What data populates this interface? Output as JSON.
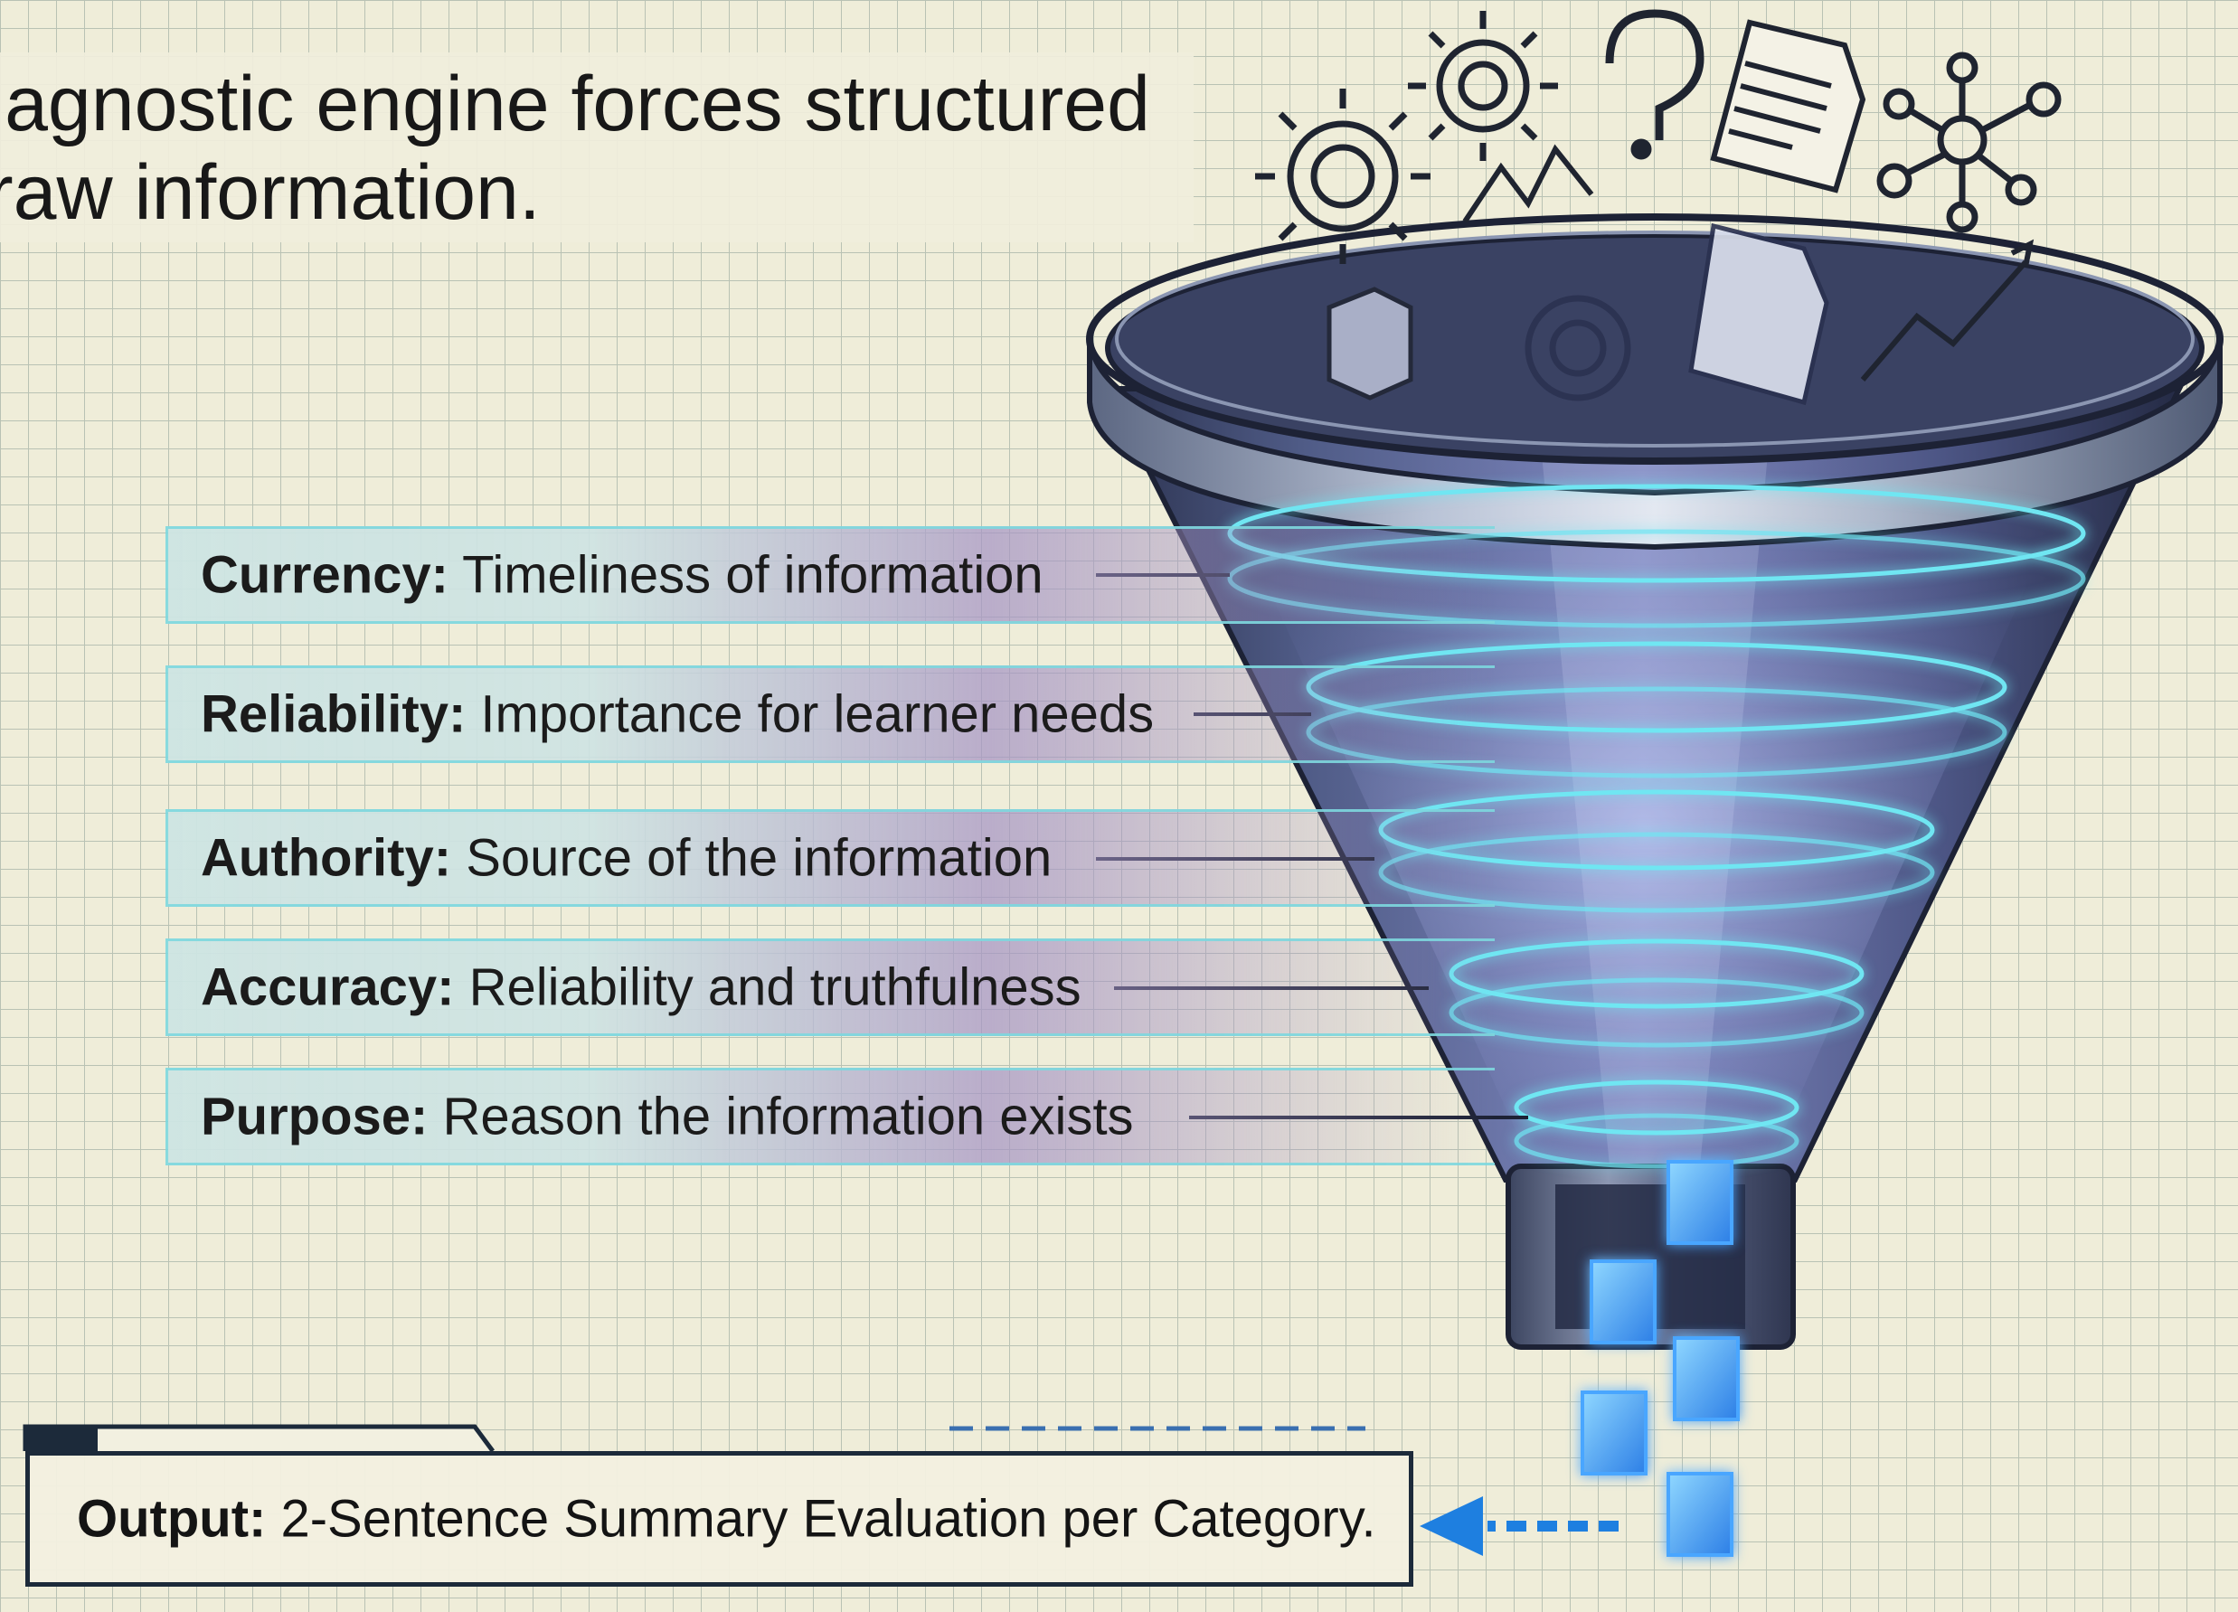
{
  "title": {
    "line1": "iagnostic engine forces structured",
    "line2": "raw information."
  },
  "criteria": [
    {
      "name": "Currency:",
      "description": "Timeliness of information"
    },
    {
      "name": "Reliability:",
      "description": "Importance for learner needs"
    },
    {
      "name": "Authority:",
      "description": "Source of the information"
    },
    {
      "name": "Accuracy:",
      "description": "Reliability and truthfulness"
    },
    {
      "name": "Purpose:",
      "description": "Reason the information exists"
    }
  ],
  "output": {
    "name": "Output:",
    "description": "2-Sentence Summary Evaluation per Category."
  },
  "icons": [
    "gear-icon",
    "question-mark-icon",
    "document-icon",
    "network-icon",
    "trend-chart-icon",
    "cube-icon"
  ],
  "colors": {
    "background": "#efedd9",
    "grid": "#b9c2b4",
    "funnel_steel": "#5a6a86",
    "filter_glow": "#6fe6f2",
    "criterion_purple": "#8c6aaa",
    "output_blue": "#1e7fe0",
    "outline": "#1c2a3a"
  }
}
